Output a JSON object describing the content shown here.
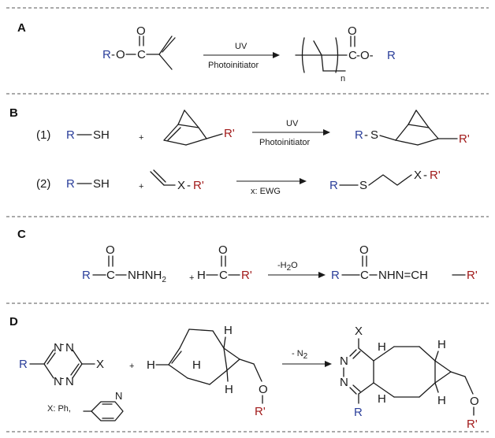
{
  "colors": {
    "r_group": "#2b3f9a",
    "r_prime": "#a11a1a",
    "text": "#1a1a1a"
  },
  "panels": [
    {
      "label": "A"
    },
    {
      "label": "B"
    },
    {
      "label": "C"
    },
    {
      "label": "D"
    }
  ],
  "groups": {
    "r": "R",
    "r_prime": "R'"
  },
  "atoms": {
    "o": "O",
    "c": "C",
    "s": "S",
    "sh": "SH",
    "x": "X",
    "h": "H",
    "n": "N",
    "nhnh2": "NHNH",
    "nhnh2_sub": "2",
    "nhn_ch": "NHN=CH",
    "dash": "-",
    "dash_o_dash": "-O-",
    "plus": "+"
  },
  "panel_a": {
    "arrow_top": "UV",
    "arrow_bottom": "Photoinitiator",
    "repeat_index": "n"
  },
  "panel_b": {
    "reaction1_index": "(1)",
    "reaction2_index": "(2)",
    "arrow1_top": "UV",
    "arrow1_bottom": "Photoinitiator",
    "arrow2_bottom": "x: EWG"
  },
  "panel_c": {
    "arrow_top": "-H",
    "arrow_top_sub": "2",
    "arrow_top_end": "O"
  },
  "panel_d": {
    "arrow_top": "- N",
    "arrow_top_sub": "2",
    "x_note": "X: Ph,"
  }
}
